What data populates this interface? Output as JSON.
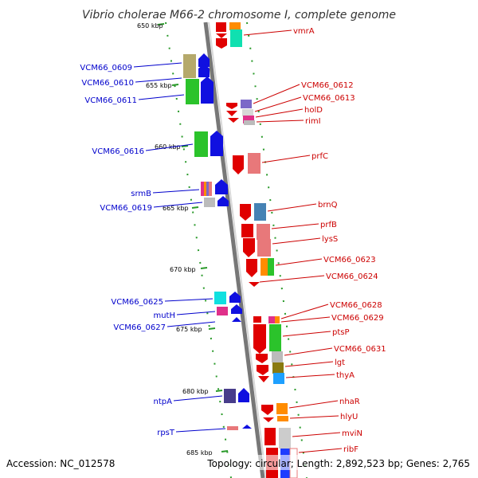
{
  "title": "Vibrio cholerae M66-2 chromosome I, complete genome",
  "footer": {
    "accession": "Accession: NC_012578",
    "stats": "Topology: circular; Length: 2,892,523 bp; Genes: 2,765"
  },
  "scale": [
    {
      "label": "650 kbp"
    },
    {
      "label": "655 kbp"
    },
    {
      "label": "660 kbp"
    },
    {
      "label": "665 kbp"
    },
    {
      "label": "670 kbp"
    },
    {
      "label": "675 kbp"
    },
    {
      "label": "680 kbp"
    },
    {
      "label": "685 kbp"
    }
  ],
  "genes_left": [
    {
      "name": "VCM66_0609"
    },
    {
      "name": "VCM66_0610"
    },
    {
      "name": "VCM66_0611"
    },
    {
      "name": "VCM66_0616"
    },
    {
      "name": "srmB"
    },
    {
      "name": "VCM66_0619"
    },
    {
      "name": "VCM66_0625"
    },
    {
      "name": "mutH"
    },
    {
      "name": "VCM66_0627"
    },
    {
      "name": "ntpA"
    },
    {
      "name": "rpsT"
    }
  ],
  "genes_right": [
    {
      "name": "vmrA"
    },
    {
      "name": "VCM66_0612"
    },
    {
      "name": "VCM66_0613"
    },
    {
      "name": "holD"
    },
    {
      "name": "rimI"
    },
    {
      "name": "prfC"
    },
    {
      "name": "brnQ"
    },
    {
      "name": "prfB"
    },
    {
      "name": "lysS"
    },
    {
      "name": "VCM66_0623"
    },
    {
      "name": "VCM66_0624"
    },
    {
      "name": "VCM66_0628"
    },
    {
      "name": "VCM66_0629"
    },
    {
      "name": "ptsP"
    },
    {
      "name": "VCM66_0631"
    },
    {
      "name": "lgt"
    },
    {
      "name": "thyA"
    },
    {
      "name": "nhaR"
    },
    {
      "name": "hlyU"
    },
    {
      "name": "mviN"
    },
    {
      "name": "ribF"
    }
  ],
  "colors": {
    "backbone": "#888888",
    "forward_strand": "#0000ee",
    "reverse_strand": "#ee0000",
    "left_label": "#0000cc",
    "right_label": "#cc0000",
    "ticks": "#009900"
  }
}
